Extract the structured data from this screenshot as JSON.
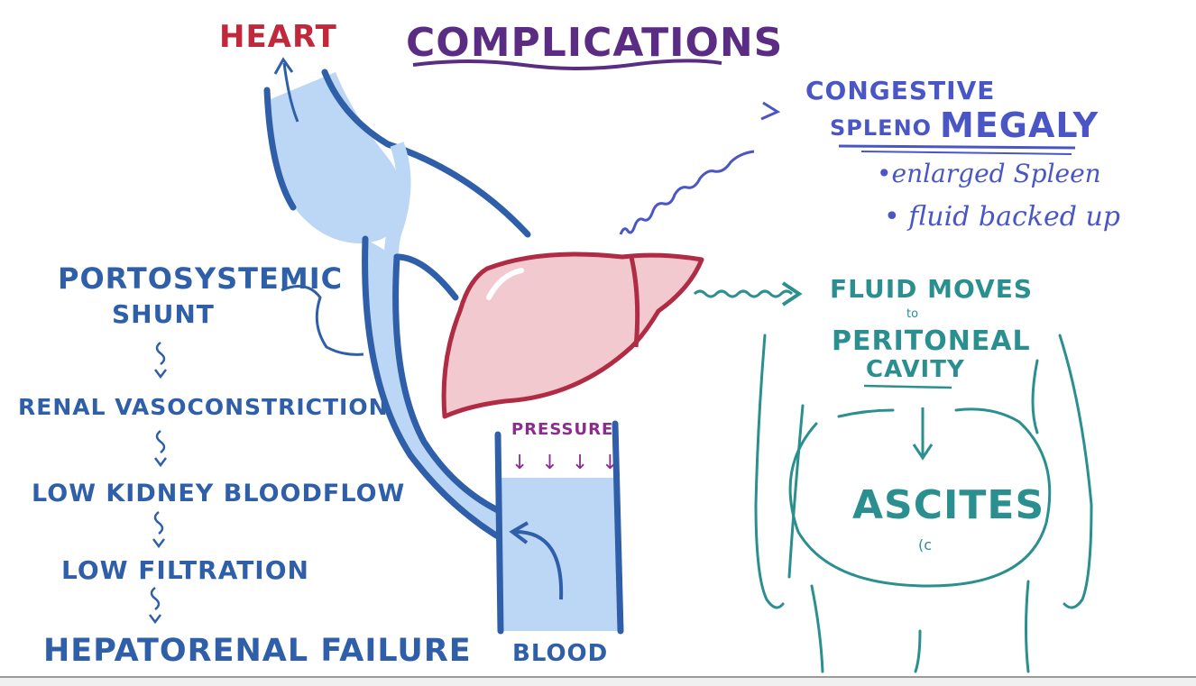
{
  "title": "COMPLICATIONS",
  "colors": {
    "purple": "#5b2c83",
    "red": "#c0283b",
    "blue": "#2f5fa8",
    "light_blue": "#bcd6f5",
    "teal": "#2b8f8f",
    "liver_fill": "#f2c9cf",
    "liver_stroke": "#b02c44",
    "indigo": "#4a56c6",
    "pressure_purple": "#8a2d8f"
  },
  "heart": {
    "label": "HEART"
  },
  "left_chain": {
    "shunt_line1": "PORTOSYSTEMIC",
    "shunt_line2": "SHUNT",
    "step1": "RENAL VASOCONSTRICTION",
    "step2": "LOW KIDNEY BLOODFLOW",
    "step3": "LOW FILTRATION",
    "step4": "HEPATORENAL FAILURE"
  },
  "pressure": {
    "label": "PRESSURE",
    "arrows": "↓ ↓ ↓ ↓"
  },
  "blood": {
    "label": "BLOOD"
  },
  "splenomegaly": {
    "line1": "CONGESTIVE",
    "prefix": "SPLENO",
    "big": "MEGALY",
    "bullet1": "•enlarged Spleen",
    "bullet2": "• fluid backed up"
  },
  "fluid": {
    "line1": "FLUID MOVES",
    "to": "to",
    "line2": "PERITONEAL",
    "line3": "CAVITY"
  },
  "ascites": {
    "label": "ASCITES",
    "navel": "(c"
  },
  "icons": {
    "heart_arrow": "up-arrow-icon",
    "squiggle": "squiggle-down-arrow-icon",
    "wavy_right": "wavy-right-arrow-icon",
    "wavy_up": "wavy-up-right-arrow-icon",
    "down": "down-arrow-icon"
  }
}
